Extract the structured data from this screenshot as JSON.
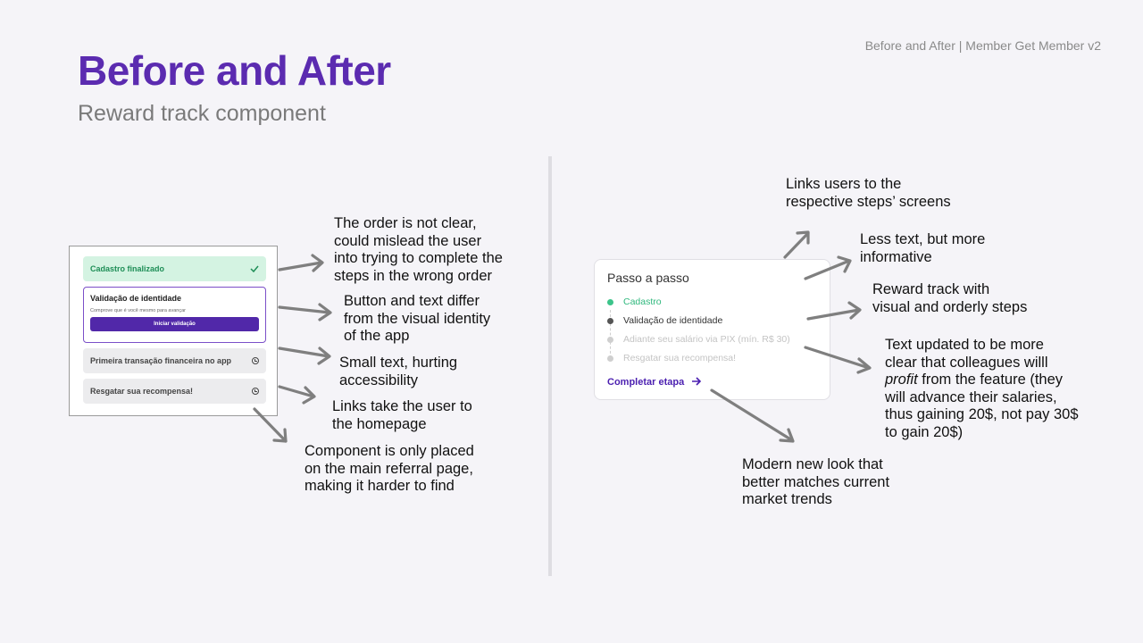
{
  "header": {
    "title": "Before and After",
    "subtitle": "Reward track component",
    "tag": "Before and After | Member Get Member v2"
  },
  "before": {
    "rows": [
      {
        "label": "Cadastro finalizado",
        "icon": "check-icon"
      },
      {
        "label": "Validação de identidade",
        "sub": "Comprove que é você mesmo para avançar",
        "button": "Iniciar validação"
      },
      {
        "label": "Primeira transação financeira no app",
        "icon": "clock-icon"
      },
      {
        "label": "Resgatar sua recompensa!",
        "icon": "clock-icon"
      }
    ],
    "notes": [
      "The order is not clear,\ncould mislead the user\ninto trying to complete the\nsteps in the wrong order",
      "Button and text differ\nfrom the visual identity\nof the app",
      "Small text, hurting\naccessibility",
      "Links take the user to\nthe homepage",
      "Component is only placed\non the main referral page,\nmaking it harder to find"
    ]
  },
  "after": {
    "title": "Passo a passo",
    "steps": [
      {
        "label": "Cadastro",
        "state": "done",
        "color": "#3cc48a"
      },
      {
        "label": "Validação de identidade",
        "state": "current",
        "color": "#555555"
      },
      {
        "label": "Adiante seu salário via PIX (mín. R$ 30)",
        "state": "pending",
        "color": "#c8c8c8"
      },
      {
        "label": "Resgatar sua recompensa!",
        "state": "pending",
        "color": "#c8c8c8"
      }
    ],
    "cta": "Completar etapa",
    "notes": {
      "links": "Links users to the\nrespective steps’ screens",
      "less_text": "Less text, but more\ninformative",
      "track": "Reward track with\nvisual and orderly steps",
      "text_before": "Text updated to be more\nclear that colleagues willl",
      "text_profit": "profit",
      "text_after": " from the feature (they\nwill advance their salaries,\nthus gaining 20$, not pay 30$\nto gain 20$)",
      "modern": "Modern new look that\nbetter matches current\nmarket trends"
    }
  },
  "colors": {
    "accent": "#5b2bb0",
    "success": "#1e8e57",
    "arrow": "#7f7f7f"
  }
}
